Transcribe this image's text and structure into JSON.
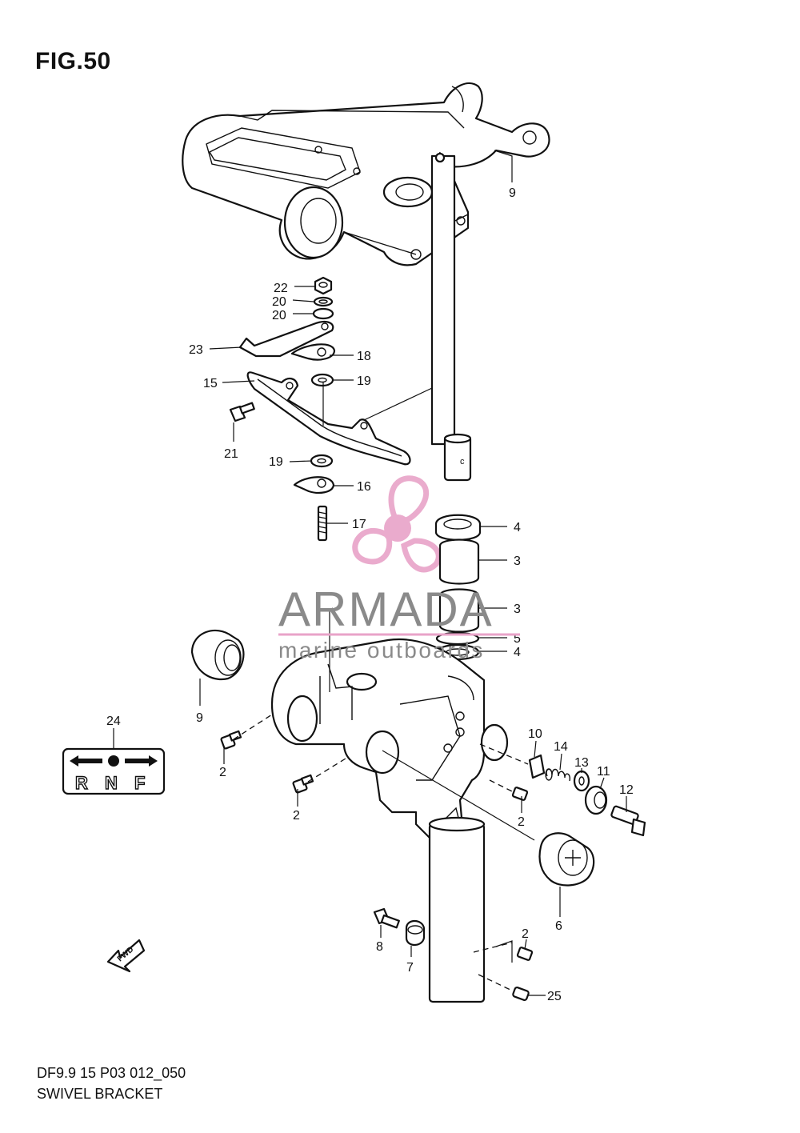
{
  "figure": {
    "title": "FIG.50",
    "model_code": "DF9.9 15 P03 012_050",
    "name": "SWIVEL BRACKET"
  },
  "watermark": {
    "brand": "ARMADA",
    "tagline": "marine outboards",
    "color": "#e8a3c8"
  },
  "badge": {
    "letters": [
      "R",
      "N",
      "F"
    ]
  },
  "fwd_label": "FWD",
  "callouts": [
    {
      "id": "c9a",
      "label": "9"
    },
    {
      "id": "c22",
      "label": "22"
    },
    {
      "id": "c20a",
      "label": "20"
    },
    {
      "id": "c20b",
      "label": "20"
    },
    {
      "id": "c23",
      "label": "23"
    },
    {
      "id": "c18",
      "label": "18"
    },
    {
      "id": "c15",
      "label": "15"
    },
    {
      "id": "c19a",
      "label": "19"
    },
    {
      "id": "c21",
      "label": "21"
    },
    {
      "id": "c19b",
      "label": "19"
    },
    {
      "id": "c16",
      "label": "16"
    },
    {
      "id": "c17",
      "label": "17"
    },
    {
      "id": "c4a",
      "label": "4"
    },
    {
      "id": "c3a",
      "label": "3"
    },
    {
      "id": "c3b",
      "label": "3"
    },
    {
      "id": "c5",
      "label": "5"
    },
    {
      "id": "c4b",
      "label": "4"
    },
    {
      "id": "c9b",
      "label": "9"
    },
    {
      "id": "c24",
      "label": "24"
    },
    {
      "id": "c2a",
      "label": "2"
    },
    {
      "id": "c2b",
      "label": "2"
    },
    {
      "id": "c10",
      "label": "10"
    },
    {
      "id": "c14",
      "label": "14"
    },
    {
      "id": "c13",
      "label": "13"
    },
    {
      "id": "c11",
      "label": "11"
    },
    {
      "id": "c12",
      "label": "12"
    },
    {
      "id": "c2c",
      "label": "2"
    },
    {
      "id": "c6",
      "label": "6"
    },
    {
      "id": "c2d",
      "label": "2"
    },
    {
      "id": "c8",
      "label": "8"
    },
    {
      "id": "c7",
      "label": "7"
    },
    {
      "id": "c25",
      "label": "25"
    }
  ]
}
